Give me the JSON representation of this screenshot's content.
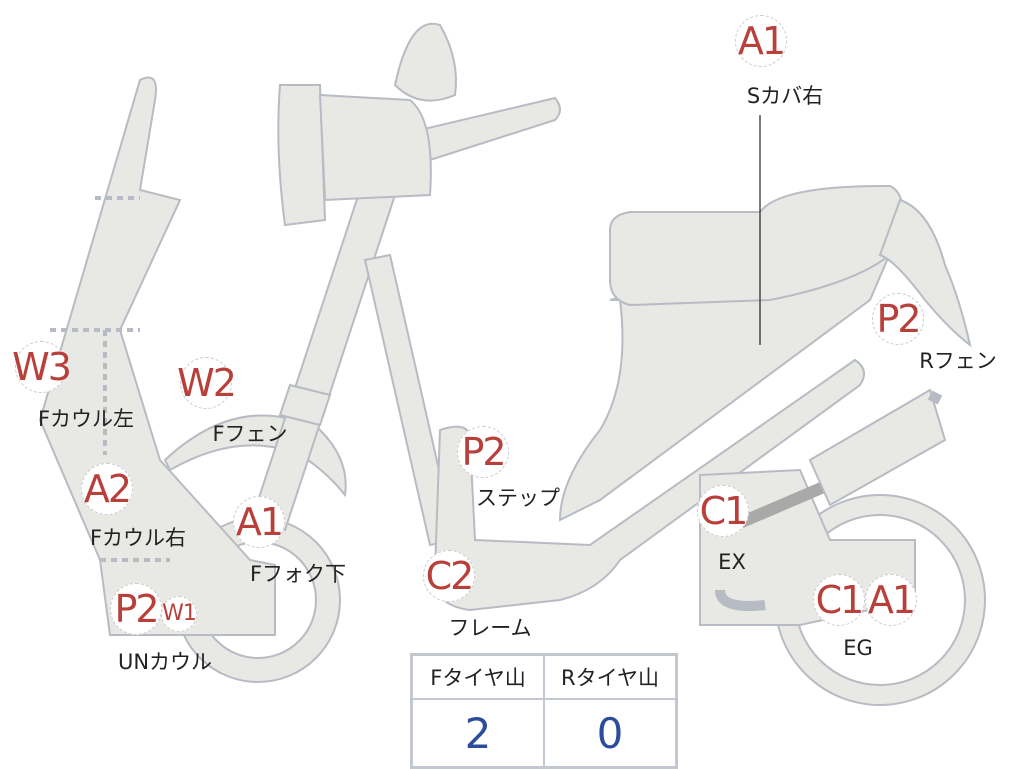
{
  "markers": [
    {
      "code": "A1",
      "label": "Sカバ右"
    },
    {
      "code": "W3",
      "label": "Fカウル左"
    },
    {
      "code": "W2",
      "label": "Fフェン"
    },
    {
      "code": "A2",
      "label": "Fカウル右"
    },
    {
      "code": "A1",
      "label": "Fフォク下"
    },
    {
      "code": "P2",
      "code2": "W1",
      "label": "UNカウル"
    },
    {
      "code": "P2",
      "label": "ステップ"
    },
    {
      "code": "C2",
      "label": "フレーム"
    },
    {
      "code": "C1",
      "label": "EX"
    },
    {
      "code": "C1",
      "code2": "A1",
      "label": "EG"
    },
    {
      "code": "P2",
      "label": "Rフェン"
    }
  ],
  "tire_table": {
    "headers": [
      "Fタイヤ山",
      "Rタイヤ山"
    ],
    "values": [
      "2",
      "0"
    ]
  },
  "colors": {
    "body": "#e8e8e4",
    "outline": "#b7bbc3",
    "marker": "#b9403a",
    "value": "#2c4c9c"
  }
}
